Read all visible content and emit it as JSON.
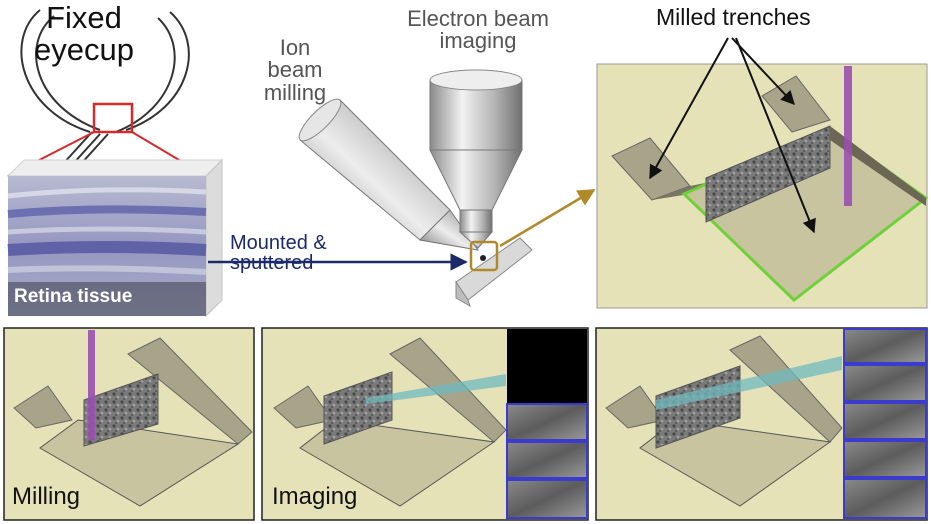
{
  "labels": {
    "eyecup": [
      "Fixed",
      "eyecup"
    ],
    "ion_beam": [
      "Ion",
      "beam",
      "milling"
    ],
    "electron_beam": [
      "Electron beam",
      "imaging"
    ],
    "milled_trenches": "Milled trenches",
    "mounted": [
      "Mounted &",
      "sputtered"
    ],
    "retina_tissue": "Retina tissue",
    "panel_milling": "Milling",
    "panel_imaging": "Imaging"
  },
  "colors": {
    "panel_bg": "#e6e2b8",
    "green_outline": "#6fd13a",
    "ion_beam_line": "#9b4fb0",
    "electron_beam_line": "#6fb9bf",
    "arrow_blue": "#1c2a6a",
    "arrow_gold": "#b08a2a",
    "red_zoom": "#d42a2a",
    "tissue_stripes": "#7d7fb8"
  }
}
